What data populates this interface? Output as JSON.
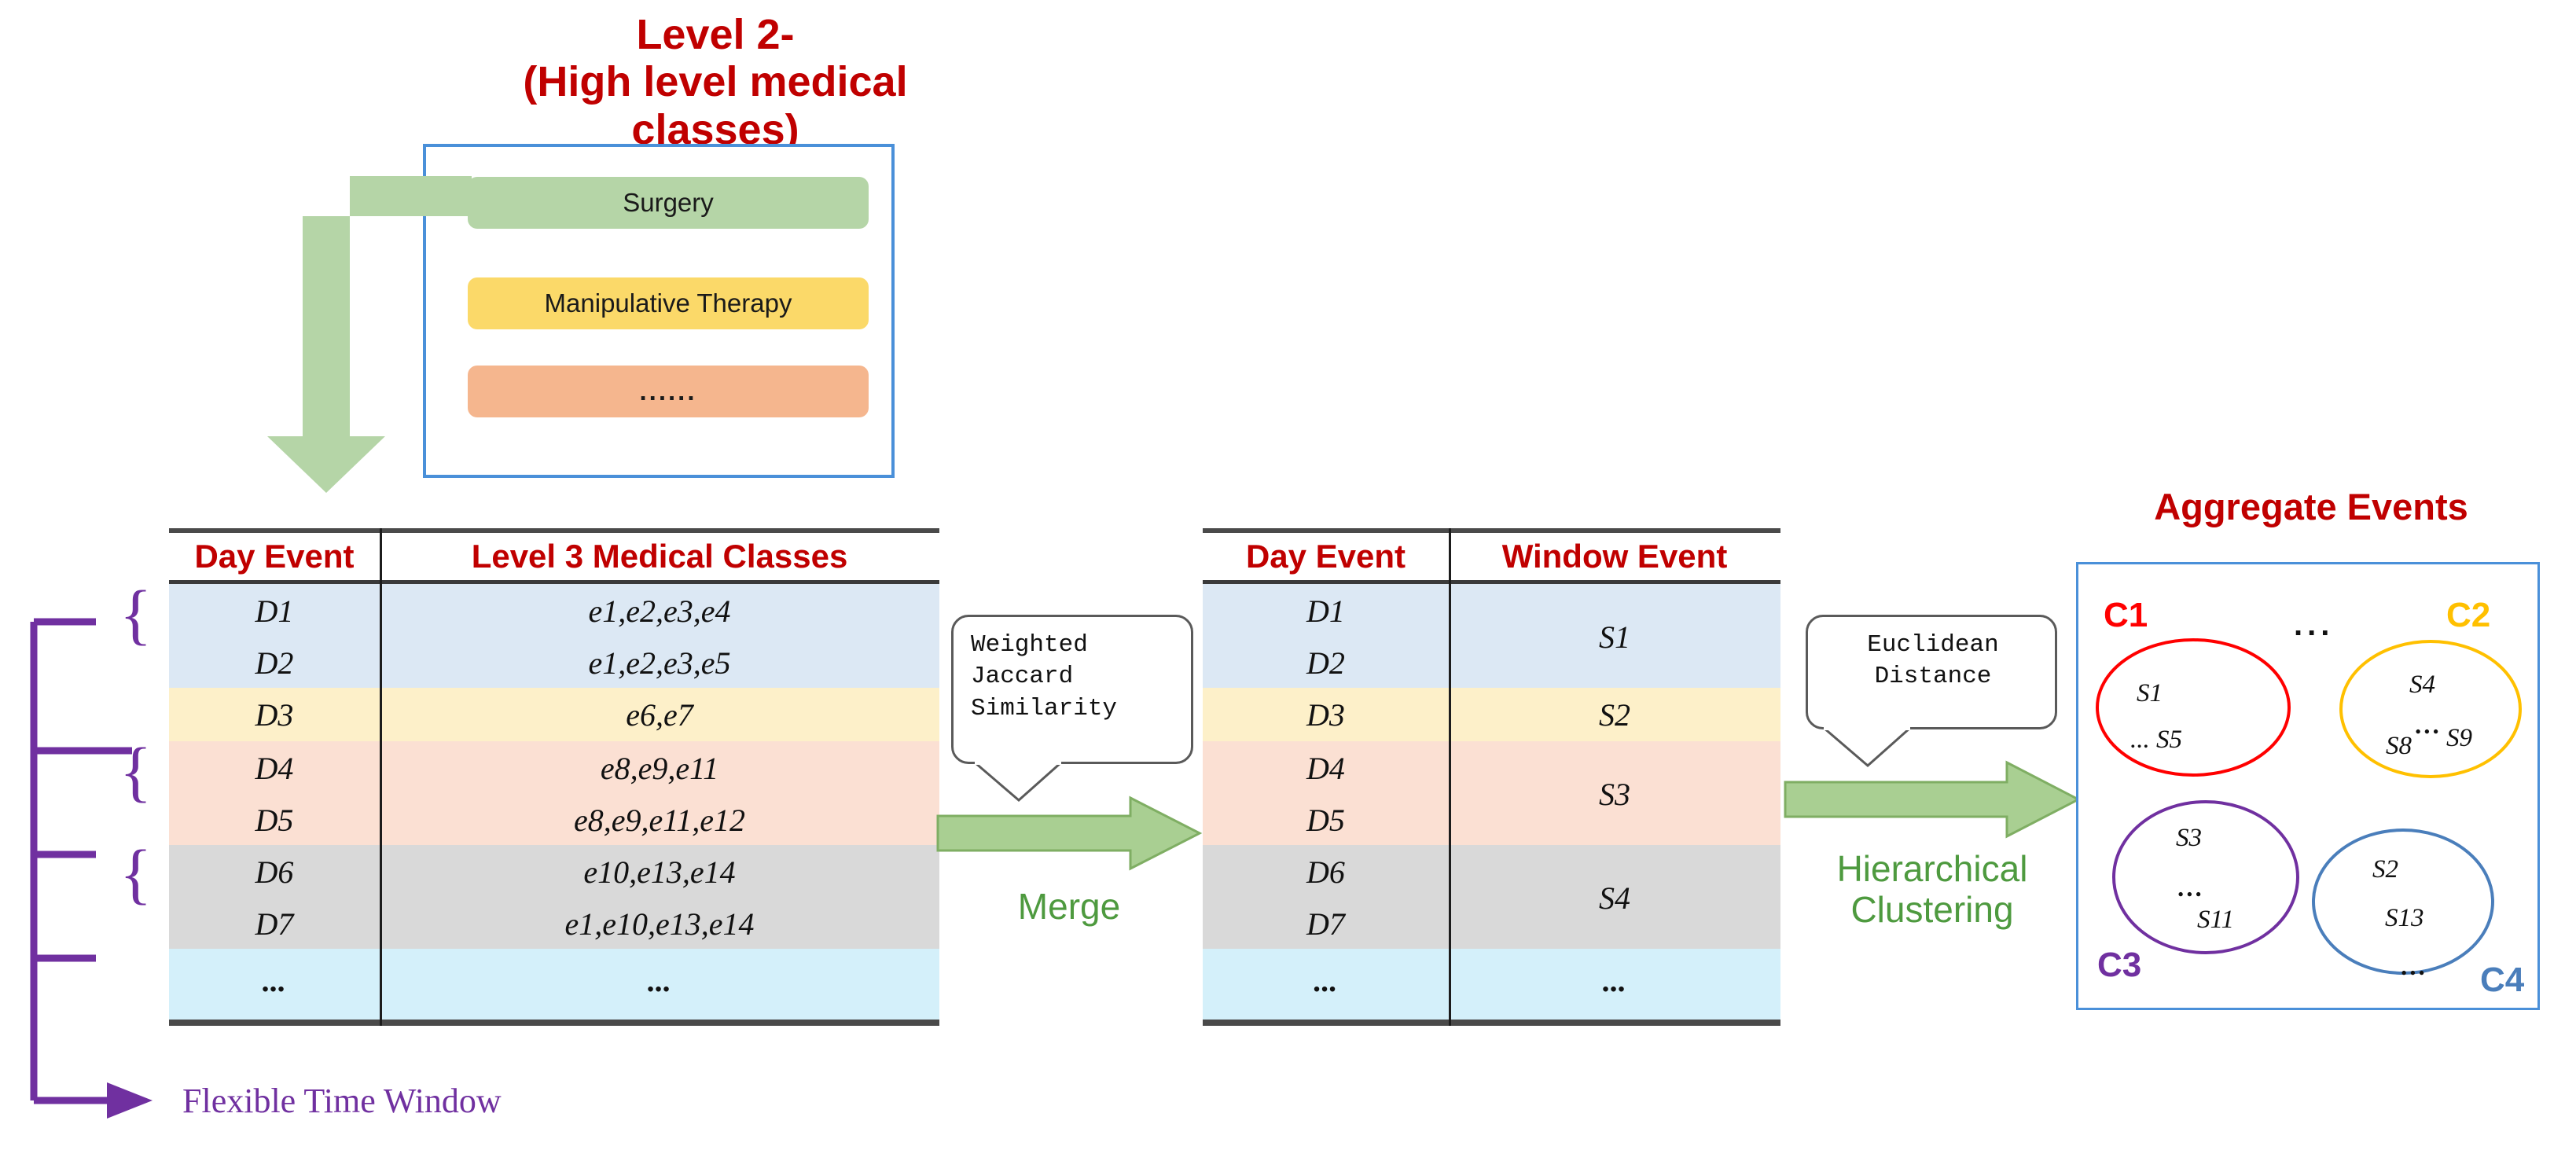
{
  "level2": {
    "title_line1": "Level 2-",
    "title_line2": "(High level medical classes)",
    "classes": [
      {
        "label": "Surgery",
        "color": "#B5D5A7"
      },
      {
        "label": "Manipulative Therapy",
        "color": "#FBD969"
      },
      {
        "label": "......",
        "color": "#F5B68E"
      }
    ],
    "box_border_color": "#4A90D9",
    "title_color": "#C00000"
  },
  "table_day_event": {
    "headers": [
      "Day Event",
      "Level 3  Medical Classes"
    ],
    "rows": [
      {
        "day": "D1",
        "classes": "e1,e2,e3,e4",
        "band": "#DCE8F4"
      },
      {
        "day": "D2",
        "classes": "e1,e2,e3,e5",
        "band": "#DCE8F4"
      },
      {
        "day": "D3",
        "classes": "e6,e7",
        "band": "#FDF0C9"
      },
      {
        "day": "D4",
        "classes": "e8,e9,e11",
        "band": "#FBE0D3"
      },
      {
        "day": "D5",
        "classes": "e8,e9,e11,e12",
        "band": "#FBE0D3"
      },
      {
        "day": "D6",
        "classes": "e10,e13,e14",
        "band": "#D9D9D9"
      },
      {
        "day": "D7",
        "classes": "e1,e10,e13,e14",
        "band": "#D9D9D9"
      },
      {
        "day": "...",
        "classes": "...",
        "band": "#D4F0FA"
      }
    ],
    "header_color": "#C00000"
  },
  "merge_step": {
    "callout_lines": [
      "Weighted",
      "Jaccard",
      "Similarity"
    ],
    "label": "Merge",
    "arrow_color": "#A9CF92",
    "label_color": "#4E9A3F"
  },
  "table_window_event": {
    "headers": [
      "Day Event",
      "Window Event"
    ],
    "groups": [
      {
        "days": [
          "D1",
          "D2"
        ],
        "window": "S1",
        "band": "#DCE8F4"
      },
      {
        "days": [
          "D3"
        ],
        "window": "S2",
        "band": "#FDF0C9"
      },
      {
        "days": [
          "D4",
          "D5"
        ],
        "window": "S3",
        "band": "#FBE0D3"
      },
      {
        "days": [
          "D6",
          "D7"
        ],
        "window": "S4",
        "band": "#D9D9D9"
      },
      {
        "days": [
          "..."
        ],
        "window": "...",
        "band": "#D4F0FA"
      }
    ],
    "header_color": "#C00000"
  },
  "cluster_step": {
    "callout_lines": [
      "Euclidean",
      "Distance"
    ],
    "label_line1": "Hierarchical",
    "label_line2": "Clustering",
    "arrow_color": "#A9CF92",
    "label_color": "#4E9A3F"
  },
  "aggregate_events": {
    "title": "Aggregate Events",
    "title_color": "#C00000",
    "box_border_color": "#4A90D9",
    "ellipsis": "...",
    "clusters": [
      {
        "name": "C1",
        "color": "#FF0000",
        "items": [
          "S1",
          "...  S5"
        ]
      },
      {
        "name": "C2",
        "color": "#FFC000",
        "items": [
          "S4",
          "...",
          "S8",
          "S9"
        ]
      },
      {
        "name": "C3",
        "color": "#7030A0",
        "items": [
          "S3",
          "...",
          "S11"
        ]
      },
      {
        "name": "C4",
        "color": "#4A7EBB",
        "items": [
          "S2",
          "S13",
          "..."
        ]
      }
    ]
  },
  "flexible_time_window": {
    "label": "Flexible Time Window",
    "color": "#7030A0",
    "brace": "{"
  }
}
